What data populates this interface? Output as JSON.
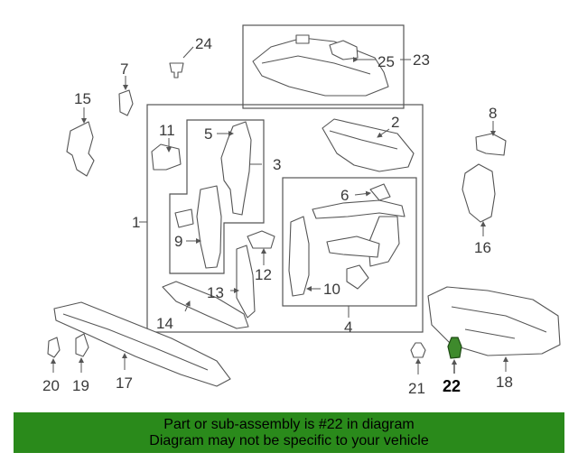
{
  "diagram": {
    "callouts": {
      "c1": "1",
      "c2": "2",
      "c3": "3",
      "c4": "4",
      "c5": "5",
      "c6": "6",
      "c7": "7",
      "c8": "8",
      "c9": "9",
      "c10": "10",
      "c11": "11",
      "c12": "12",
      "c13": "13",
      "c14": "14",
      "c15": "15",
      "c16": "16",
      "c17": "17",
      "c18": "18",
      "c19": "19",
      "c20": "20",
      "c21": "21",
      "c22": "22",
      "c23": "23",
      "c24": "24",
      "c25": "25"
    },
    "highlight_color": "#3e8a2c"
  },
  "banner": {
    "line1": "Part or sub-assembly is #22 in diagram",
    "line2": "Diagram may not be specific to your vehicle",
    "background": "#2a8a1b"
  }
}
